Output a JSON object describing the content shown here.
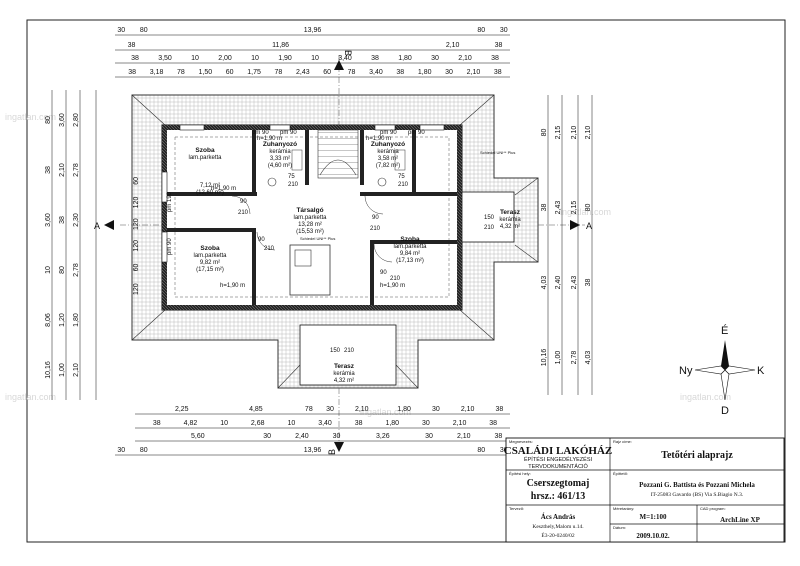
{
  "drawing": {
    "top_dims": {
      "row1": [
        "30",
        "80",
        "13,96",
        "80",
        "30"
      ],
      "row2": [
        "38",
        "11,86",
        "2,10",
        "38"
      ],
      "row3": [
        "38",
        "3,50",
        "10",
        "2,00",
        "10",
        "1,90",
        "10",
        "3,40",
        "38",
        "1,80",
        "30",
        "2,10",
        "38"
      ],
      "row4": [
        "38",
        "3,18",
        "78",
        "1,50",
        "60",
        "1,75",
        "78",
        "2,43",
        "60",
        "78",
        "3,40",
        "38",
        "1,80",
        "30",
        "2,10",
        "38"
      ]
    },
    "bottom_dims": {
      "row1": [
        "2,25",
        "4,85",
        "78",
        "30",
        "2,10",
        "1,80",
        "30",
        "2,10",
        "38"
      ],
      "row2": [
        "38",
        "4,82",
        "10",
        "2,68",
        "10",
        "3,40",
        "38",
        "1,80",
        "30",
        "2,10",
        "38"
      ],
      "row3": [
        "5,60",
        "30",
        "2,40",
        "30",
        "3,26",
        "30",
        "2,10",
        "38"
      ],
      "row4": [
        "30",
        "80",
        "13,96",
        "80",
        "30"
      ]
    },
    "left_dims": [
      "80",
      "38",
      "3,60",
      "10",
      "8,06",
      "10,16",
      "3,60",
      "2,10",
      "38",
      "80",
      "1,20",
      "1,00",
      "2,80",
      "2,78",
      "2,30",
      "2,78",
      "1,80",
      "2,10",
      "60",
      "120",
      "120",
      "120",
      "60",
      "120"
    ],
    "right_dims": [
      "80",
      "38",
      "4,03",
      "10,16",
      "2,15",
      "2,43",
      "2,40",
      "1,00",
      "2,10",
      "2,15",
      "2,43",
      "2,78",
      "2,10",
      "80",
      "38",
      "4,03"
    ],
    "section_marks": [
      "A",
      "A",
      "B",
      "B"
    ],
    "compass": {
      "north": "É",
      "east": "K",
      "south": "D",
      "west": "Ny"
    },
    "rooms": [
      {
        "name": "Szoba",
        "floor": "lam.parketta",
        "area": "7,12 m²",
        "area2": "(12,60 m²)",
        "height": "h=1,90 m"
      },
      {
        "name": "Zuhanyozó",
        "floor": "kerámia",
        "area": "3,33 m²",
        "area2": "(4,60 m²)",
        "height": "h=1,90 m"
      },
      {
        "name": "Zuhanyozó",
        "floor": "kerámia",
        "area": "3,58 m²",
        "area2": "(7,82 m²)",
        "height": "h=1,90 m"
      },
      {
        "name": "Társalgó",
        "floor": "lam.parketta",
        "area": "13,28 m²",
        "area2": "(15,53 m²)",
        "height": ""
      },
      {
        "name": "Szoba",
        "floor": "lam.parketta",
        "area": "9,82 m²",
        "area2": "(17,15 m²)",
        "height": "h=1,90 m"
      },
      {
        "name": "Szoba",
        "floor": "lam.parketta",
        "area": "9,84 m²",
        "area2": "(17,13 m²)",
        "height": "h=1,90 m"
      },
      {
        "name": "Terasz",
        "floor": "kerámia",
        "area": "4,32 m²",
        "area2": "",
        "height": ""
      },
      {
        "name": "Terasz",
        "floor": "kerámia",
        "area": "4,32 m²",
        "area2": "",
        "height": ""
      }
    ],
    "door_labels": [
      "90",
      "210",
      "90",
      "210",
      "90",
      "210",
      "90",
      "210",
      "150",
      "210",
      "150",
      "210",
      "75",
      "210",
      "75",
      "210"
    ],
    "window_labels": [
      "pm 90",
      "pm 90",
      "pm 90",
      "pm 90",
      "pm 190",
      "pm 90"
    ],
    "note_schiedel": "Schiedel UNI** Plus",
    "watermark": "ingatlan.com"
  },
  "title_block": {
    "megnevezes_label": "Megnevezés:",
    "project_title": "CSALÁDI LAKÓHÁZ",
    "project_sub1": "ÉPÍTÉSI ENGEDÉLYEZÉSI",
    "project_sub2": "TERVDOKUMENTÁCIÓ",
    "rajz_label": "Rajz címe:",
    "drawing_title": "Tetőtéri alaprajz",
    "hely_label": "Építési hely:",
    "place": "Cserszegtomaj",
    "lot": "hrsz.: 461/13",
    "epitto_label": "Építtető:",
    "client": "Pozzani G. Battista és Pozzani Michela",
    "client_addr": "IT-25083 Gavardo (BS) Via S.Biagio N.3.",
    "tervezo_label": "Tervező:",
    "designer": "Ács András",
    "designer_addr": "Keszthely,Malom u.14.",
    "designer_reg": "É3-20-0240/02",
    "merit_label": "Méretarány:",
    "scale": "M=1:100",
    "cad_label": "CAD program:",
    "cad": "ArchLine XP",
    "datum_label": "Dátum:",
    "date": "2009.10.02."
  }
}
